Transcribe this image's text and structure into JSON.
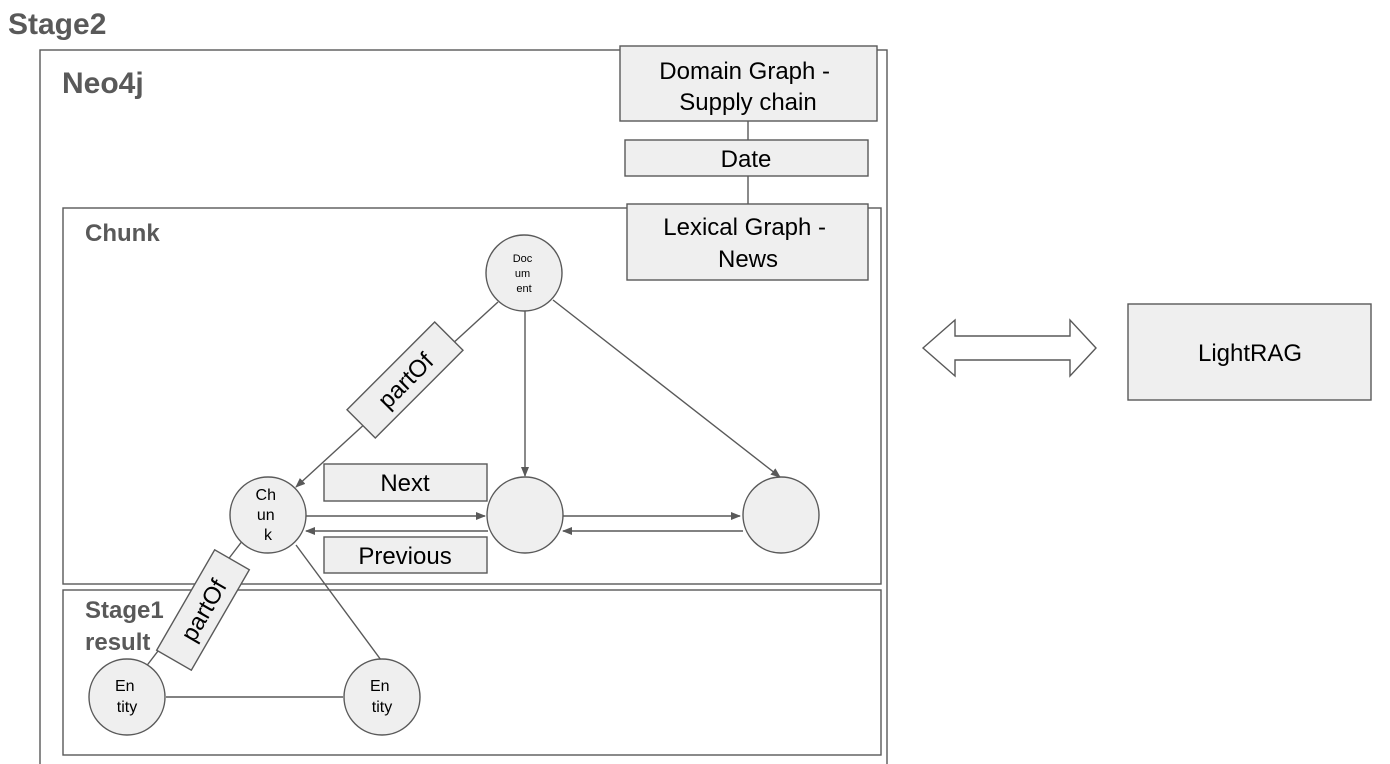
{
  "diagram": {
    "stage2_title": "Stage2",
    "neo4j_title": "Neo4j",
    "chunk_frame_title": "Chunk",
    "stage1_frame_title": [
      "Stage1",
      "result"
    ],
    "domain_graph_label": [
      "Domain Graph -",
      "Supply chain"
    ],
    "date_label": "Date",
    "lexical_graph_label": [
      "Lexical Graph -",
      "News"
    ],
    "lightrag_label": "LightRAG",
    "document_node": [
      "Doc",
      "um",
      "ent"
    ],
    "chunk_node": [
      "Ch",
      "un",
      "k"
    ],
    "entity_node_1": [
      "En",
      "tity"
    ],
    "entity_node_2": [
      "En",
      "tity"
    ],
    "edge_labels": {
      "part_of_upper": "partOf",
      "part_of_lower": "partOf",
      "next": "Next",
      "previous": "Previous"
    },
    "colors": {
      "fill": "#efefef",
      "stroke": "#595959",
      "title_text": "#595959",
      "text": "#000000"
    }
  }
}
